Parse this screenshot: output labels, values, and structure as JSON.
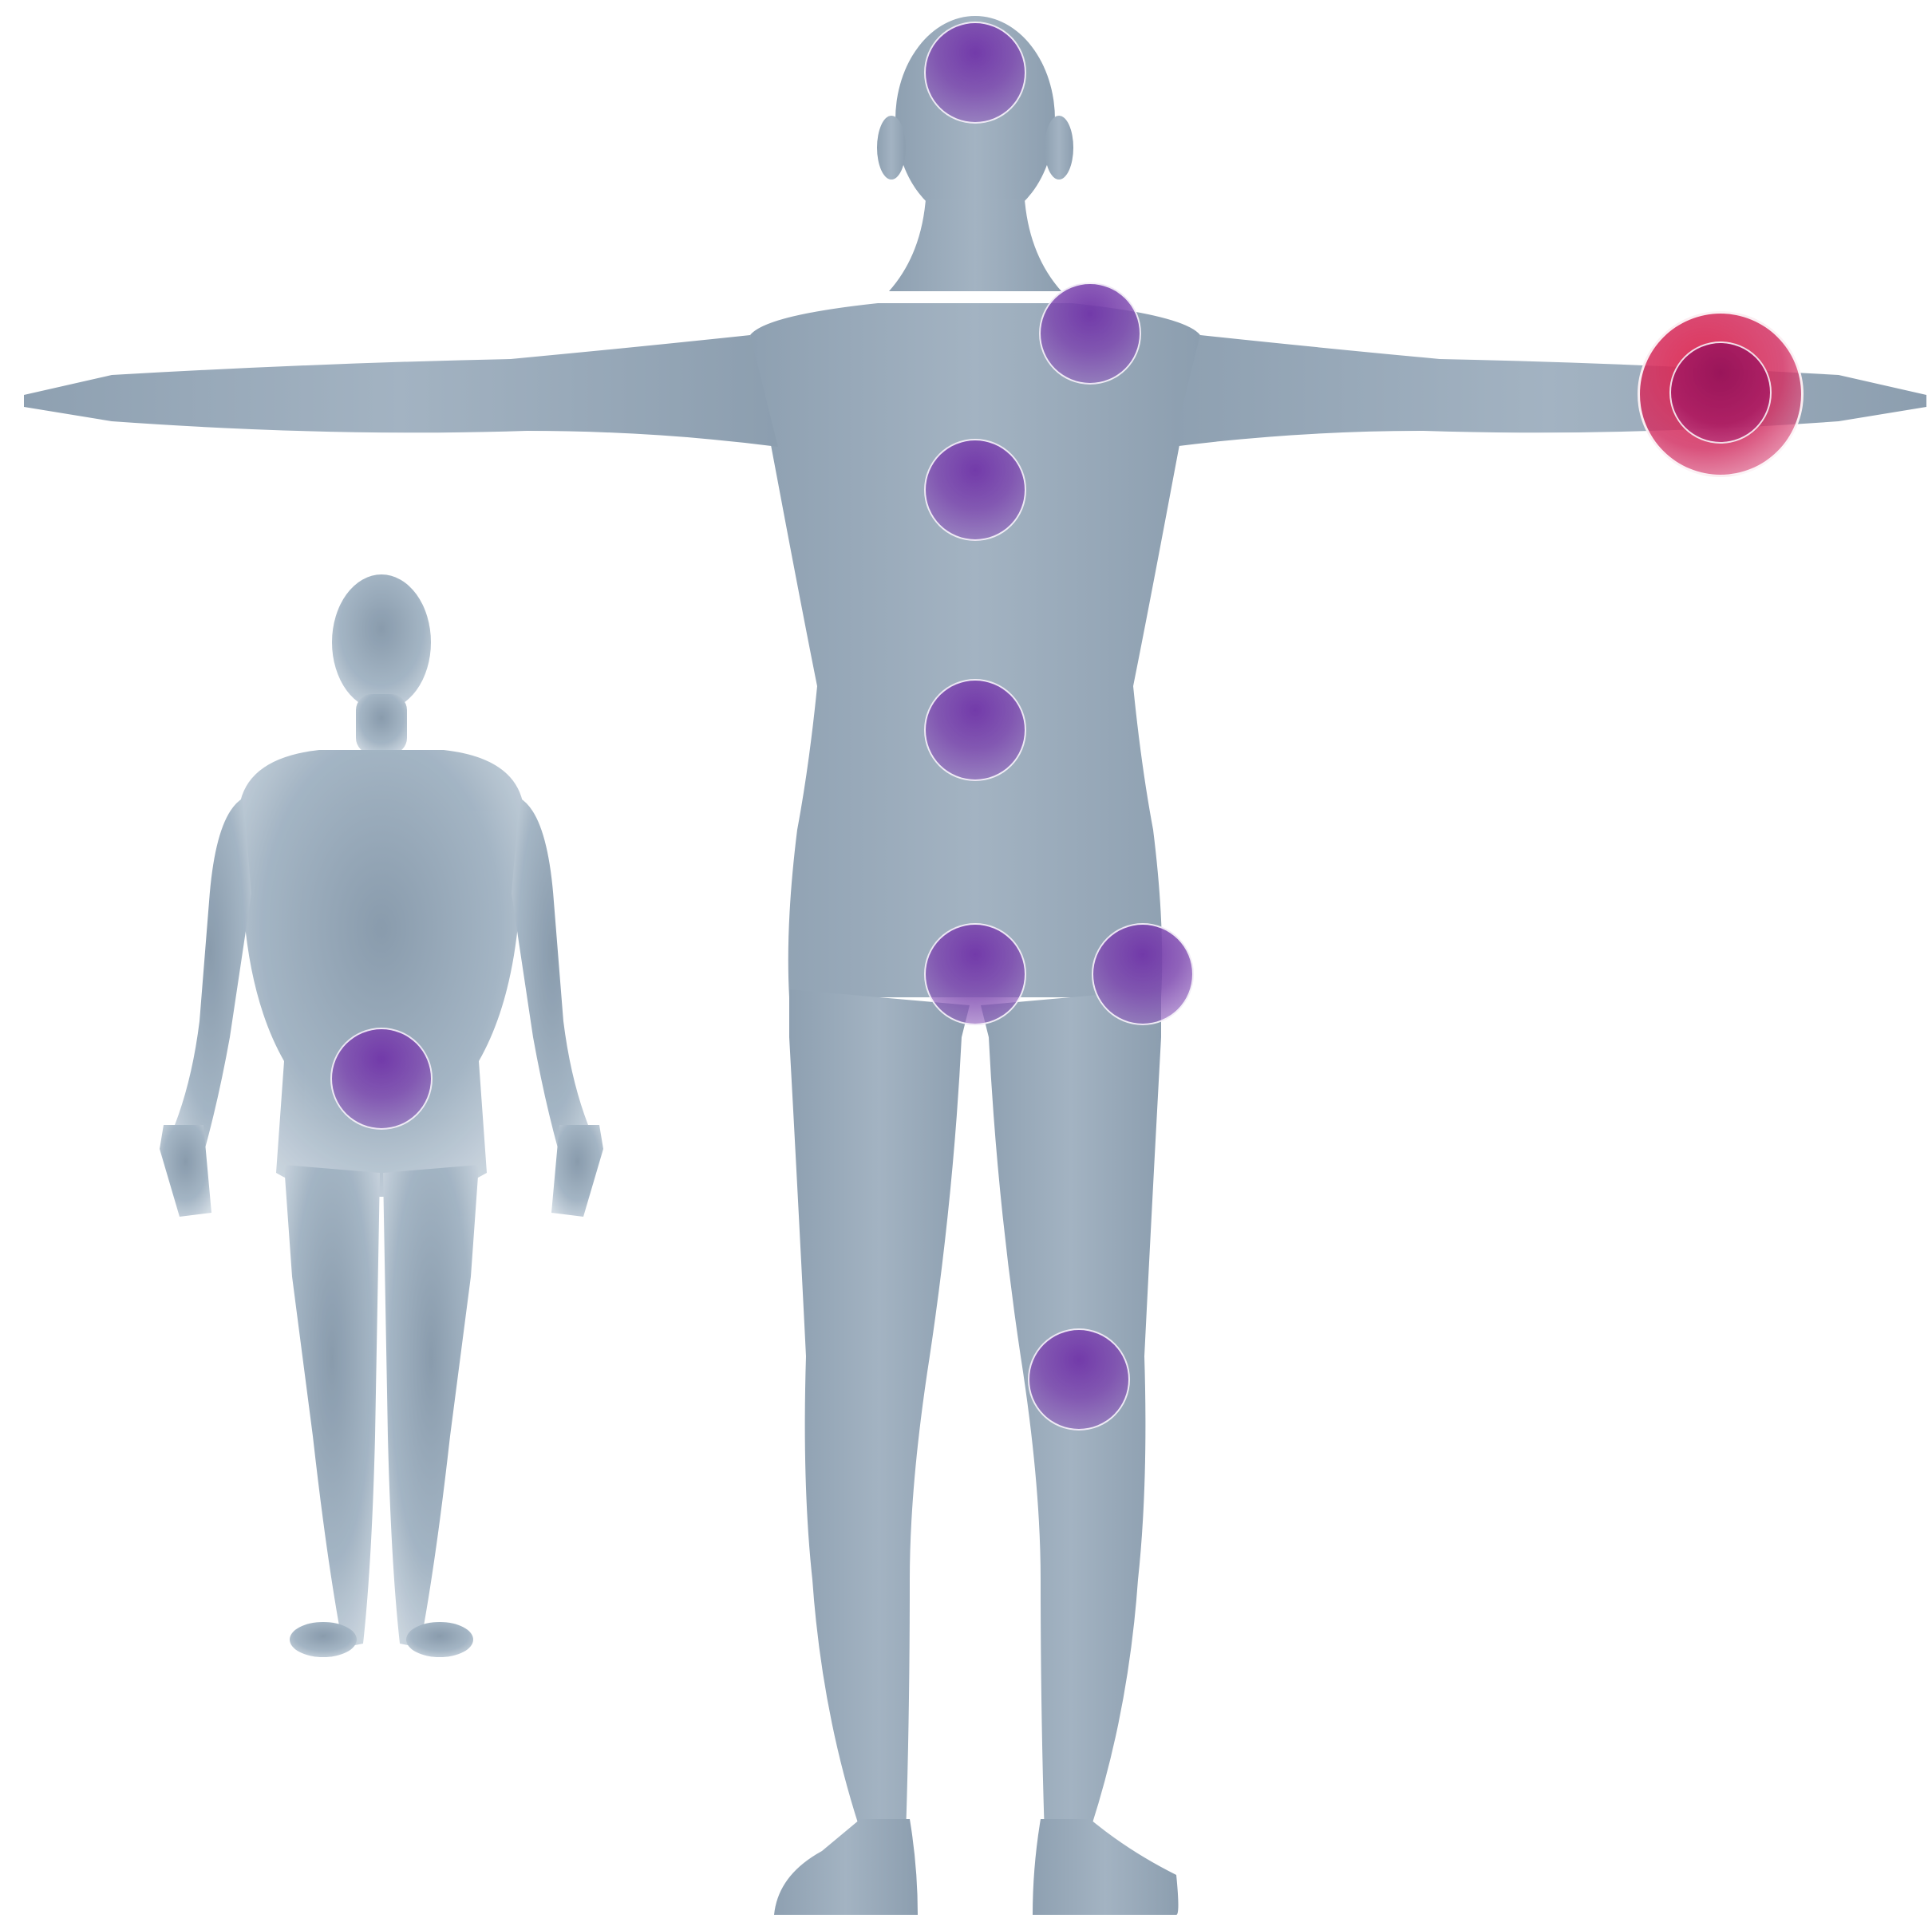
{
  "body_map": {
    "views": [
      {
        "id": "front",
        "label": "front-body-view"
      },
      {
        "id": "back",
        "label": "back-body-view"
      }
    ],
    "colors": {
      "body": "#98a9b9",
      "body_shadow": "#7f92a4",
      "hotspot": "#7a45b0",
      "hotspot_active": "#d4285a"
    },
    "hotspots": [
      {
        "name": "hotspot-head",
        "state": "default"
      },
      {
        "name": "hotspot-left-shoulder",
        "state": "default"
      },
      {
        "name": "hotspot-chest",
        "state": "default"
      },
      {
        "name": "hotspot-abdomen",
        "state": "default"
      },
      {
        "name": "hotspot-groin",
        "state": "default"
      },
      {
        "name": "hotspot-left-hip",
        "state": "default"
      },
      {
        "name": "hotspot-left-knee",
        "state": "default"
      },
      {
        "name": "hotspot-left-forearm",
        "state": "selected"
      },
      {
        "name": "hotspot-lower-back",
        "state": "default"
      }
    ]
  }
}
